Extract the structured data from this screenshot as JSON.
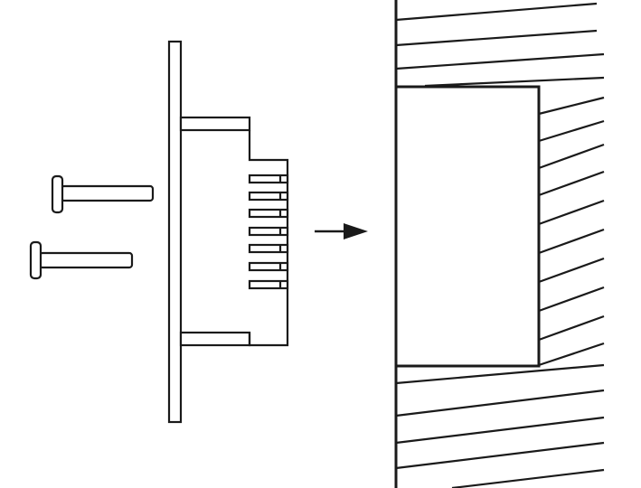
{
  "diagram": {
    "colors": {
      "stroke": "#1a1a1a",
      "background": "#ffffff"
    },
    "components": [
      {
        "name": "mounting-screw",
        "count": 2
      },
      {
        "name": "device-panel-side-view"
      },
      {
        "name": "insertion-arrow"
      },
      {
        "name": "wall-recess"
      },
      {
        "name": "wall-hatching"
      }
    ]
  }
}
